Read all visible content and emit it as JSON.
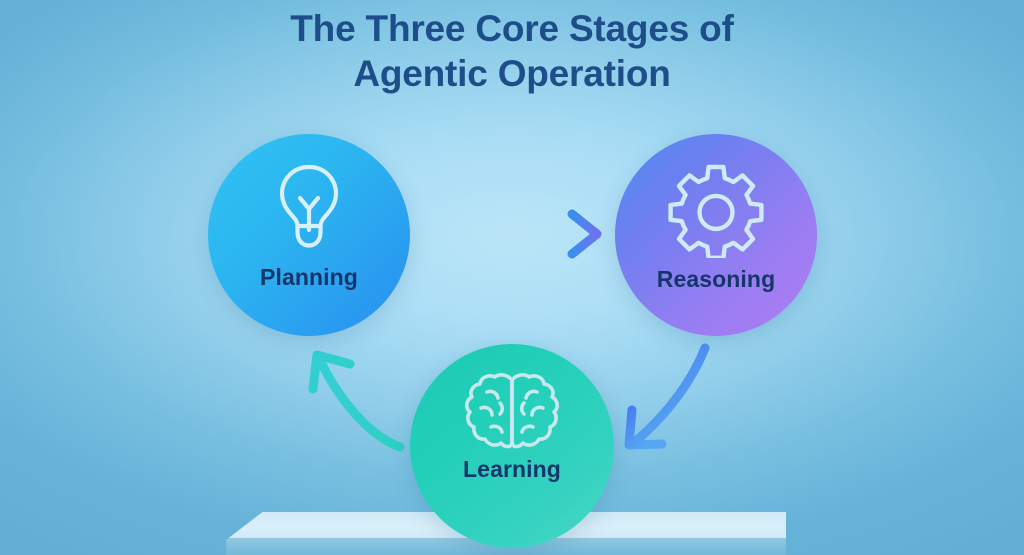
{
  "title": {
    "line1": "The Three Core Stages of",
    "line2": "Agentic Operation",
    "color": "#1d4e89"
  },
  "background": {
    "center_color": "#a8dcf5",
    "edge_color": "#6ab6dc"
  },
  "pedestal": {
    "top_color": "#d6eef9",
    "front_color": "#7cbfdd"
  },
  "nodes": [
    {
      "id": "planning",
      "label": "Planning",
      "icon": "lightbulb-icon",
      "gradient_from": "#31c3f3",
      "gradient_to": "#2a8ef0",
      "label_color": "#16356b"
    },
    {
      "id": "reasoning",
      "label": "Reasoning",
      "icon": "gear-icon",
      "gradient_from": "#4f8bf0",
      "gradient_to": "#b07cf0",
      "label_color": "#16356b"
    },
    {
      "id": "learning",
      "label": "Learning",
      "icon": "brain-icon",
      "gradient_from": "#1fc9b4",
      "gradient_to": "#4ad6c6",
      "label_color": "#16356b"
    }
  ],
  "arrows": [
    {
      "id": "planning-to-reasoning",
      "from": "planning",
      "to": "reasoning",
      "style": "straight",
      "color_from": "#3b8ef0",
      "color_to": "#6f72ef"
    },
    {
      "id": "reasoning-to-learning",
      "from": "reasoning",
      "to": "learning",
      "style": "curved",
      "color_from": "#4a7ef0",
      "color_to": "#56a8f2"
    },
    {
      "id": "learning-to-planning",
      "from": "learning",
      "to": "planning",
      "style": "curved",
      "color_from": "#2ecfc2",
      "color_to": "#35cfd6"
    }
  ]
}
